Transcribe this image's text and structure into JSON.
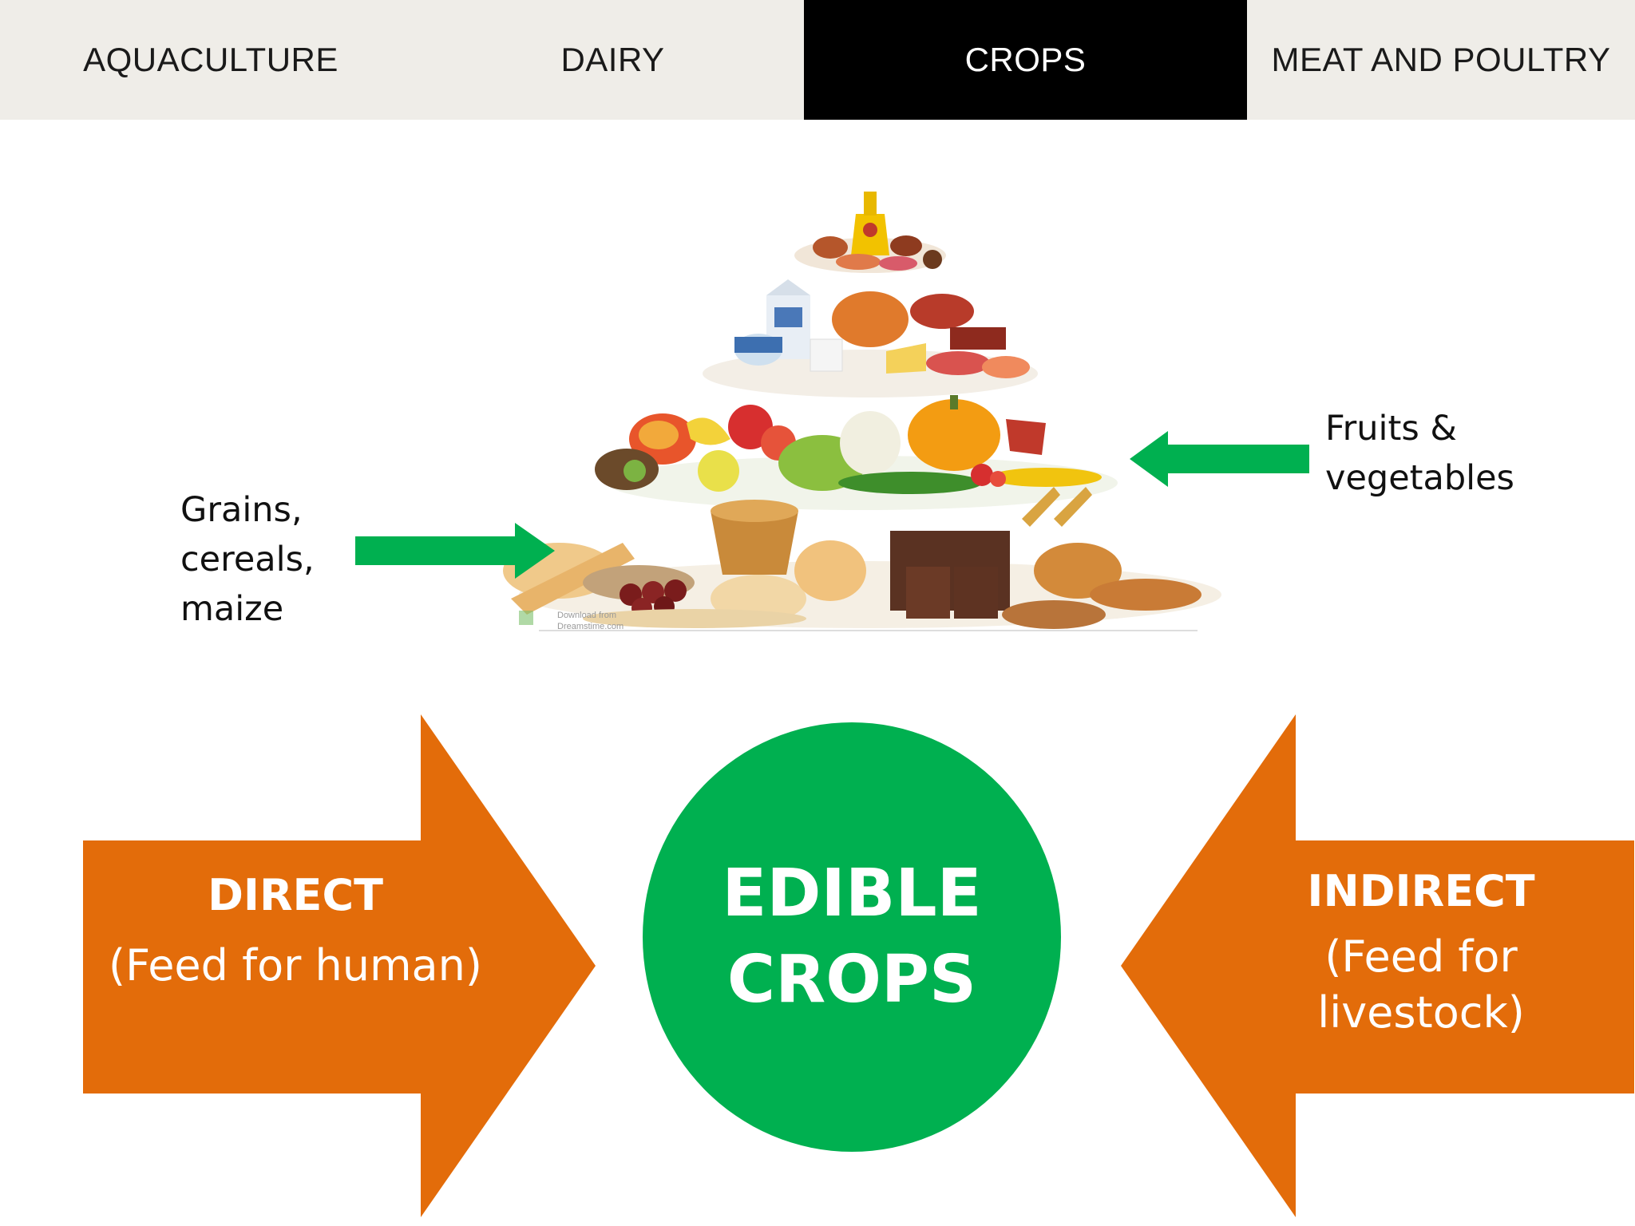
{
  "tabs": [
    {
      "label": "AQUACULTURE",
      "active": false
    },
    {
      "label": "DAIRY",
      "active": false
    },
    {
      "label": "CROPS",
      "active": true
    },
    {
      "label": "MEAT AND POULTRY",
      "active": false
    }
  ],
  "pyramid": {
    "icon": "food-pyramid-illustration",
    "watermark_line1": "Download from",
    "watermark_line2": "Dreamstime.com"
  },
  "labels": {
    "grains": [
      "Grains,",
      "cereals,",
      "maize"
    ],
    "fruits": [
      "Fruits &",
      "vegetables"
    ]
  },
  "diagram": {
    "direct_title": "DIRECT",
    "direct_sub": "(Feed for human)",
    "center_line1": "EDIBLE",
    "center_line2": "CROPS",
    "indirect_title": "INDIRECT",
    "indirect_sub_line1": "(Feed for",
    "indirect_sub_line2": "livestock)"
  },
  "colors": {
    "tab_bg": "#efede8",
    "tab_active_bg": "#000000",
    "orange": "#e36c0a",
    "green": "#00b050",
    "arrow_green": "#00b050"
  }
}
